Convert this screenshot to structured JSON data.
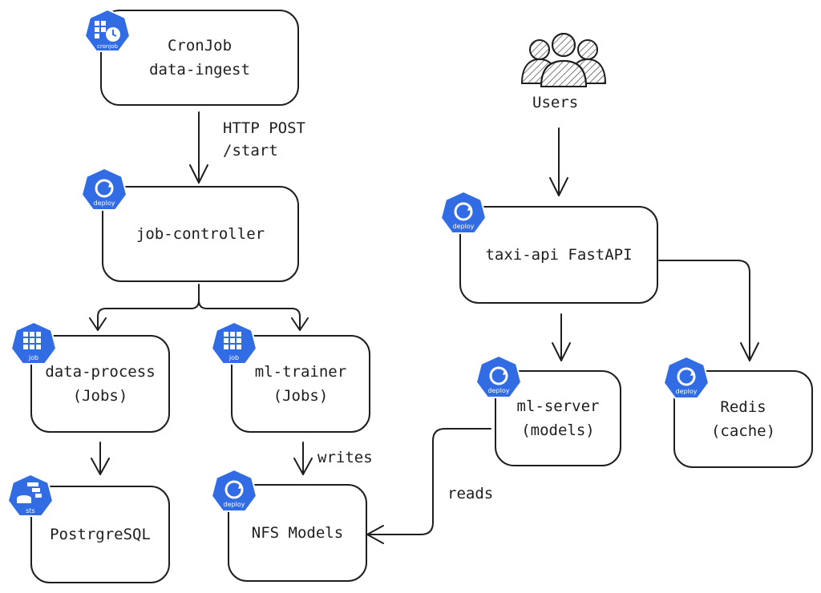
{
  "nodes": {
    "cronjob": {
      "line1": "CronJob",
      "line2": "data-ingest",
      "badge": "cronjob"
    },
    "job_controller": {
      "line1": "job-controller",
      "badge": "deploy"
    },
    "data_process": {
      "line1": "data-process",
      "line2": "(Jobs)",
      "badge": "job"
    },
    "ml_trainer": {
      "line1": "ml-trainer",
      "line2": "(Jobs)",
      "badge": "job"
    },
    "postgres": {
      "line1": "PostrgreSQL",
      "badge": "sts"
    },
    "nfs": {
      "line1": "NFS Models",
      "badge": "deploy"
    },
    "taxi_api": {
      "line1": "taxi-api FastAPI",
      "badge": "deploy"
    },
    "ml_server": {
      "line1": "ml-server",
      "line2": "(models)",
      "badge": "deploy"
    },
    "redis": {
      "line1": "Redis",
      "line2": "(cache)",
      "badge": "deploy"
    }
  },
  "users": {
    "label": "Users",
    "icon": "users-group-icon"
  },
  "edges": {
    "http_post_line1": "HTTP POST",
    "http_post_line2": "/start",
    "writes": "writes",
    "reads": "reads"
  },
  "colors": {
    "k8s_blue": "#326ce5",
    "stroke": "#1e1e1e",
    "background": "#ffffff"
  }
}
